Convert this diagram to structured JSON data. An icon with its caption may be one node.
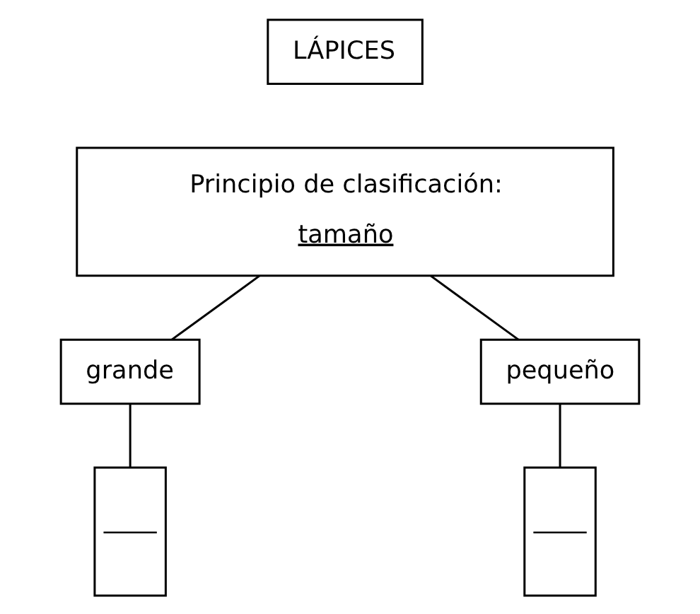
{
  "diagram": {
    "nodes": [
      {
        "text": [
          "LÁPICES"
        ]
      },
      {
        "text": [
          "Principio de clasificación:",
          "tamaño"
        ]
      },
      {
        "text": [
          "grande"
        ]
      },
      {
        "text": [
          "pequeño"
        ]
      },
      {
        "text": [],
        "shape": "box"
      },
      {
        "text": [],
        "shape": "box"
      }
    ],
    "edges": [
      {
        "from": 1,
        "to": 2,
        "arrow": "none"
      },
      {
        "from": 1,
        "to": 3,
        "arrow": "none"
      },
      {
        "from": 2,
        "to": 4,
        "arrow": "none"
      },
      {
        "from": 3,
        "to": 5,
        "arrow": "none"
      }
    ]
  }
}
